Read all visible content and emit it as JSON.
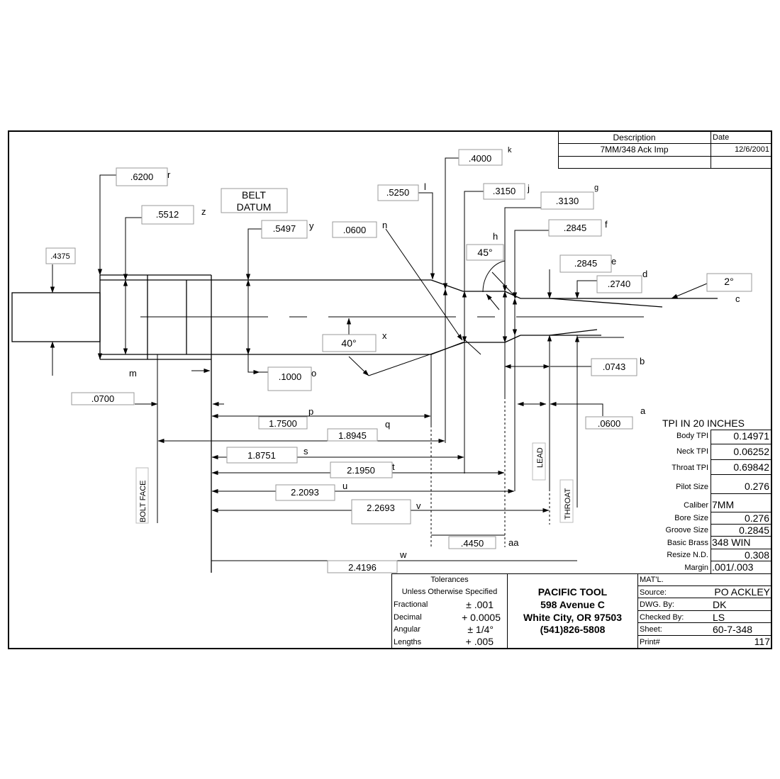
{
  "description_block": {
    "description_header": "Description",
    "date_header": "Date",
    "description": "7MM/348 Ack Imp",
    "date": "12/6/2001"
  },
  "dims": {
    "a": {
      "letter": "a",
      "value": ".0600"
    },
    "b": {
      "letter": "b",
      "value": ".0743"
    },
    "c": {
      "letter": "c",
      "value": "2°"
    },
    "d": {
      "letter": "d",
      "value": ".2740"
    },
    "e": {
      "letter": "e",
      "value": ".2845"
    },
    "f": {
      "letter": "f",
      "value": ".2845"
    },
    "g": {
      "letter": "g",
      "value": ".3130"
    },
    "h": {
      "letter": "h",
      "value": "45°"
    },
    "j": {
      "letter": "j",
      "value": ".3150"
    },
    "k": {
      "letter": "k",
      "value": ".4000"
    },
    "l": {
      "letter": "l",
      "value": ".5250"
    },
    "m": {
      "letter": "m",
      "value": ".0700"
    },
    "n": {
      "letter": "n",
      "value": ".0600"
    },
    "o": {
      "letter": "o",
      "value": ".1000"
    },
    "p": {
      "letter": "p",
      "value": "1.7500"
    },
    "q": {
      "letter": "q",
      "value": "1.8945"
    },
    "r": {
      "letter": "r",
      "value": ".6200"
    },
    "s": {
      "letter": "s",
      "value": "1.8751"
    },
    "t": {
      "letter": "t",
      "value": "2.1950"
    },
    "u": {
      "letter": "u",
      "value": "2.2093"
    },
    "v": {
      "letter": "v",
      "value": "2.2693"
    },
    "w": {
      "letter": "w",
      "value": "2.4196"
    },
    "x": {
      "letter": "x",
      "value": "40°"
    },
    "y": {
      "letter": "y",
      "value": ".5497"
    },
    "z": {
      "letter": "z",
      "value": ".5512"
    },
    "aa": {
      "letter": "aa",
      "value": ".4450"
    },
    "pilot": {
      "value": ".4375"
    }
  },
  "labels": {
    "belt_datum_1": "BELT",
    "belt_datum_2": "DATUM",
    "bolt_face": "BOLT FACE",
    "lead": "LEAD",
    "throat": "THROAT"
  },
  "specs": {
    "title": "TPI IN 20  INCHES",
    "rows": [
      {
        "label": "Body TPI",
        "value": "0.14971"
      },
      {
        "label": "Neck TPI",
        "value": "0.06252"
      },
      {
        "label": "Throat TPI",
        "value": "0.69842"
      },
      {
        "label": "Pilot Size",
        "value": "0.276"
      },
      {
        "label": "Caliber",
        "value": "7MM"
      },
      {
        "label": "Bore Size",
        "value": "0.276"
      },
      {
        "label": "Groove Size",
        "value": "0.2845"
      },
      {
        "label": "Basic Brass",
        "value": "348 WIN"
      },
      {
        "label": "Resize N.D.",
        "value": "0.308"
      },
      {
        "label": "Margin",
        "value": ".001/.003"
      }
    ]
  },
  "tolerances": {
    "title": "Tolerances",
    "subtitle": "Unless Otherwise Specified",
    "rows": [
      {
        "label": "Fractional",
        "value": "± .001"
      },
      {
        "label": "Decimal",
        "value": "+ 0.0005"
      },
      {
        "label": "Angular",
        "value": "± 1/4°"
      },
      {
        "label": "Lengths",
        "value": "+ .005"
      }
    ]
  },
  "company": {
    "name": "PACIFIC TOOL",
    "street": "598 Avenue C",
    "city": "White City, OR 97503",
    "phone": "(541)826-5808"
  },
  "title_block": {
    "matl": "MAT'L.",
    "rows": [
      {
        "label": "Source:",
        "value": "PO ACKLEY"
      },
      {
        "label": "DWG. By:",
        "value": "DK"
      },
      {
        "label": "Checked By:",
        "value": "LS"
      },
      {
        "label": "Sheet:",
        "value": "60-7-348"
      },
      {
        "label": "Print#",
        "value": "117"
      }
    ]
  }
}
